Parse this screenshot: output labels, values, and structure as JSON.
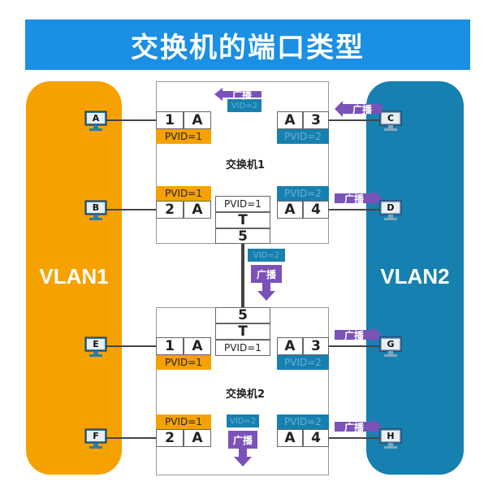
{
  "title": "交换机的端口类型",
  "vlans": {
    "left": "VLAN1",
    "right": "VLAN2"
  },
  "switch1": {
    "name": "交换机1",
    "p1": {
      "num": "1",
      "mode": "A",
      "pvid": "PVID=1"
    },
    "p2": {
      "num": "2",
      "mode": "A",
      "pvid": "PVID=1"
    },
    "p3": {
      "num": "3",
      "mode": "A",
      "pvid": "PVID=2"
    },
    "p4": {
      "num": "4",
      "mode": "A",
      "pvid": "PVID=2"
    },
    "p5": {
      "num": "5",
      "mode": "T",
      "pvid": "PVID=1"
    },
    "tag": "VID=2"
  },
  "switch2": {
    "name": "交换机2",
    "p1": {
      "num": "1",
      "mode": "A",
      "pvid": "PVID=1"
    },
    "p2": {
      "num": "2",
      "mode": "A",
      "pvid": "PVID=1"
    },
    "p3": {
      "num": "3",
      "mode": "A",
      "pvid": "PVID=2"
    },
    "p4": {
      "num": "4",
      "mode": "A",
      "pvid": "PVID=2"
    },
    "p5": {
      "num": "5",
      "mode": "T",
      "pvid": "PVID=1"
    },
    "tag": "VID=2"
  },
  "trunk_tag": "VID=2",
  "broadcast": "广播",
  "hosts": {
    "A": "A",
    "B": "B",
    "C": "C",
    "D": "D",
    "E": "E",
    "F": "F",
    "G": "G",
    "H": "H"
  },
  "colors": {
    "orange": "#f5a200",
    "blue": "#1680b0",
    "title": "#1a8fe3",
    "purple": "#7b52b8"
  }
}
